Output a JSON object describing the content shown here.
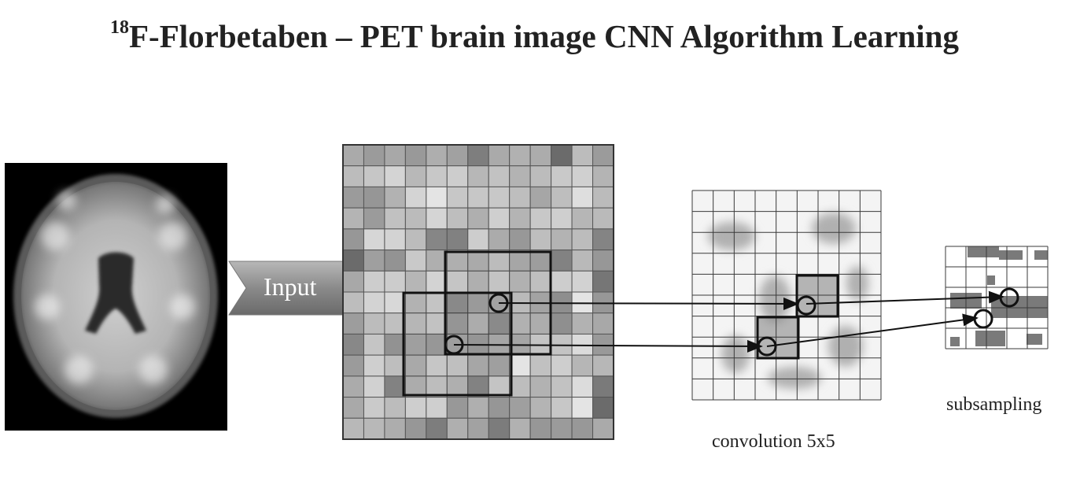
{
  "title": {
    "superscript": "18",
    "text": "F-Florbetaben – PET brain image CNN Algorithm Learning"
  },
  "input_label": "Input",
  "labels": {
    "convolution": "convolution 5x5",
    "subsampling": "subsampling"
  },
  "colors": {
    "text": "#222222",
    "arrow_fill": "#8c8c8c",
    "grid_line": "#3a3a3a",
    "brain_background": "#000000"
  }
}
